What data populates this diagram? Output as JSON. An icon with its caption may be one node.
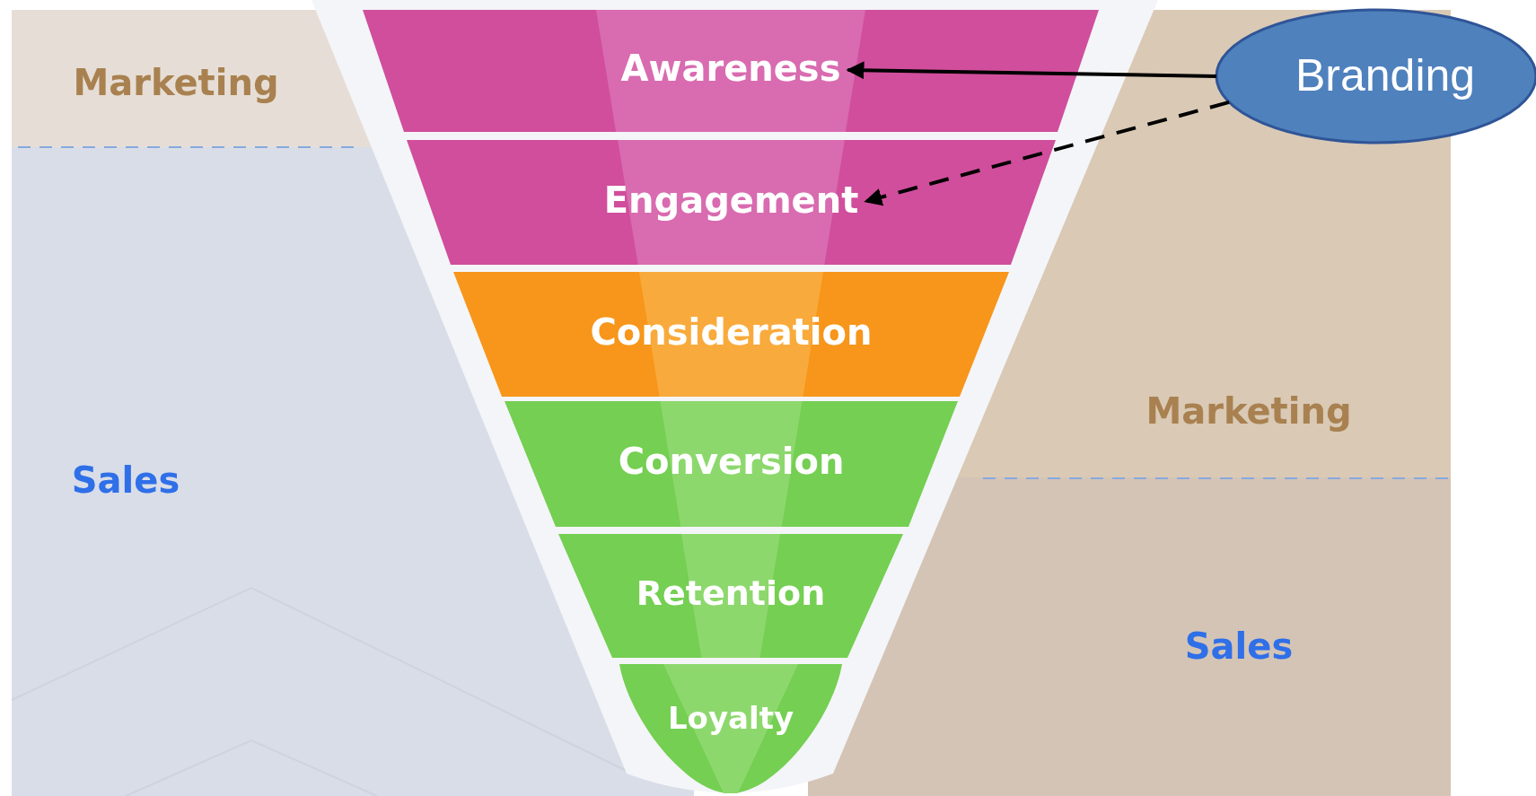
{
  "diagram": {
    "nodes": [
      {
        "text": [
          "Awareness"
        ]
      },
      {
        "text": [
          "Engagement"
        ]
      },
      {
        "text": [
          "Consideration"
        ]
      },
      {
        "text": [
          "Conversion"
        ]
      },
      {
        "text": [
          "Retention"
        ]
      },
      {
        "text": [
          "Loyalty"
        ]
      },
      {
        "text": [
          "Branding"
        ]
      }
    ],
    "edges": [
      {
        "from": 6,
        "to": 0,
        "arrow": "to"
      },
      {
        "from": 6,
        "to": 1,
        "arrow": "to",
        "style": "dashed"
      }
    ],
    "labels": [
      "Marketing",
      "Sales",
      "Marketing",
      "Sales"
    ]
  }
}
